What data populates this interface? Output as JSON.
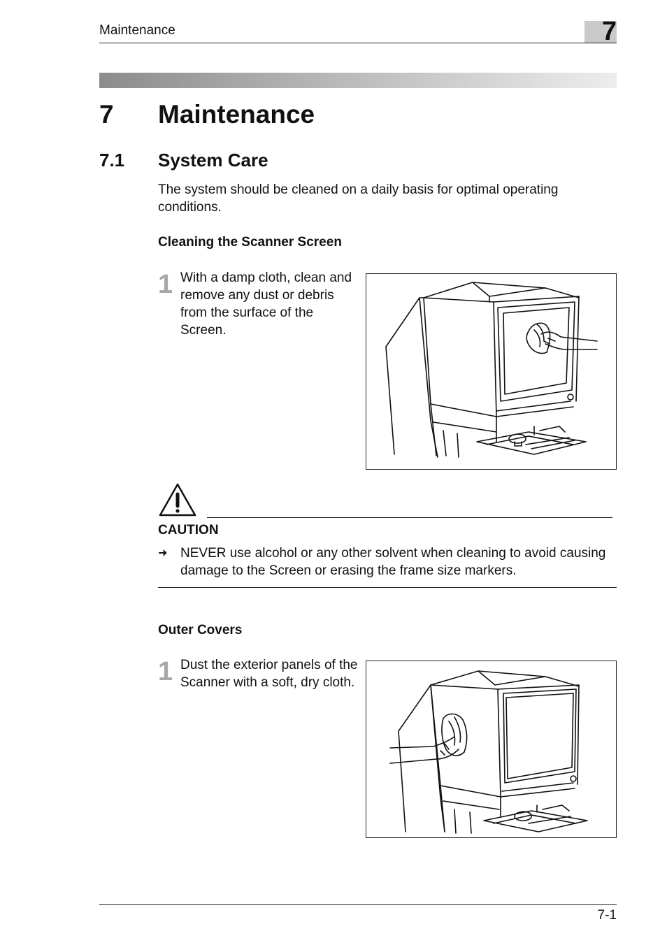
{
  "header": {
    "title": "Maintenance",
    "chapter_number": "7"
  },
  "chapter": {
    "number": "7",
    "title": "Maintenance"
  },
  "section": {
    "number": "7.1",
    "title": "System Care",
    "intro": "The system should be cleaned on a daily basis for optimal operating conditions."
  },
  "screen_cleaning": {
    "heading": "Cleaning the Scanner Screen",
    "step_number": "1",
    "step_text": "With a damp cloth, clean and remove any dust or debris from the surface of the Screen."
  },
  "caution": {
    "label": "CAUTION",
    "text": "NEVER use alcohol or any other solvent when cleaning to avoid causing damage to the Screen or erasing the frame size markers."
  },
  "outer_covers": {
    "heading": "Outer Covers",
    "step_number": "1",
    "step_text": "Dust the exterior panels of the Scanner with a soft, dry cloth."
  },
  "footer": {
    "page_number": "7-1"
  }
}
